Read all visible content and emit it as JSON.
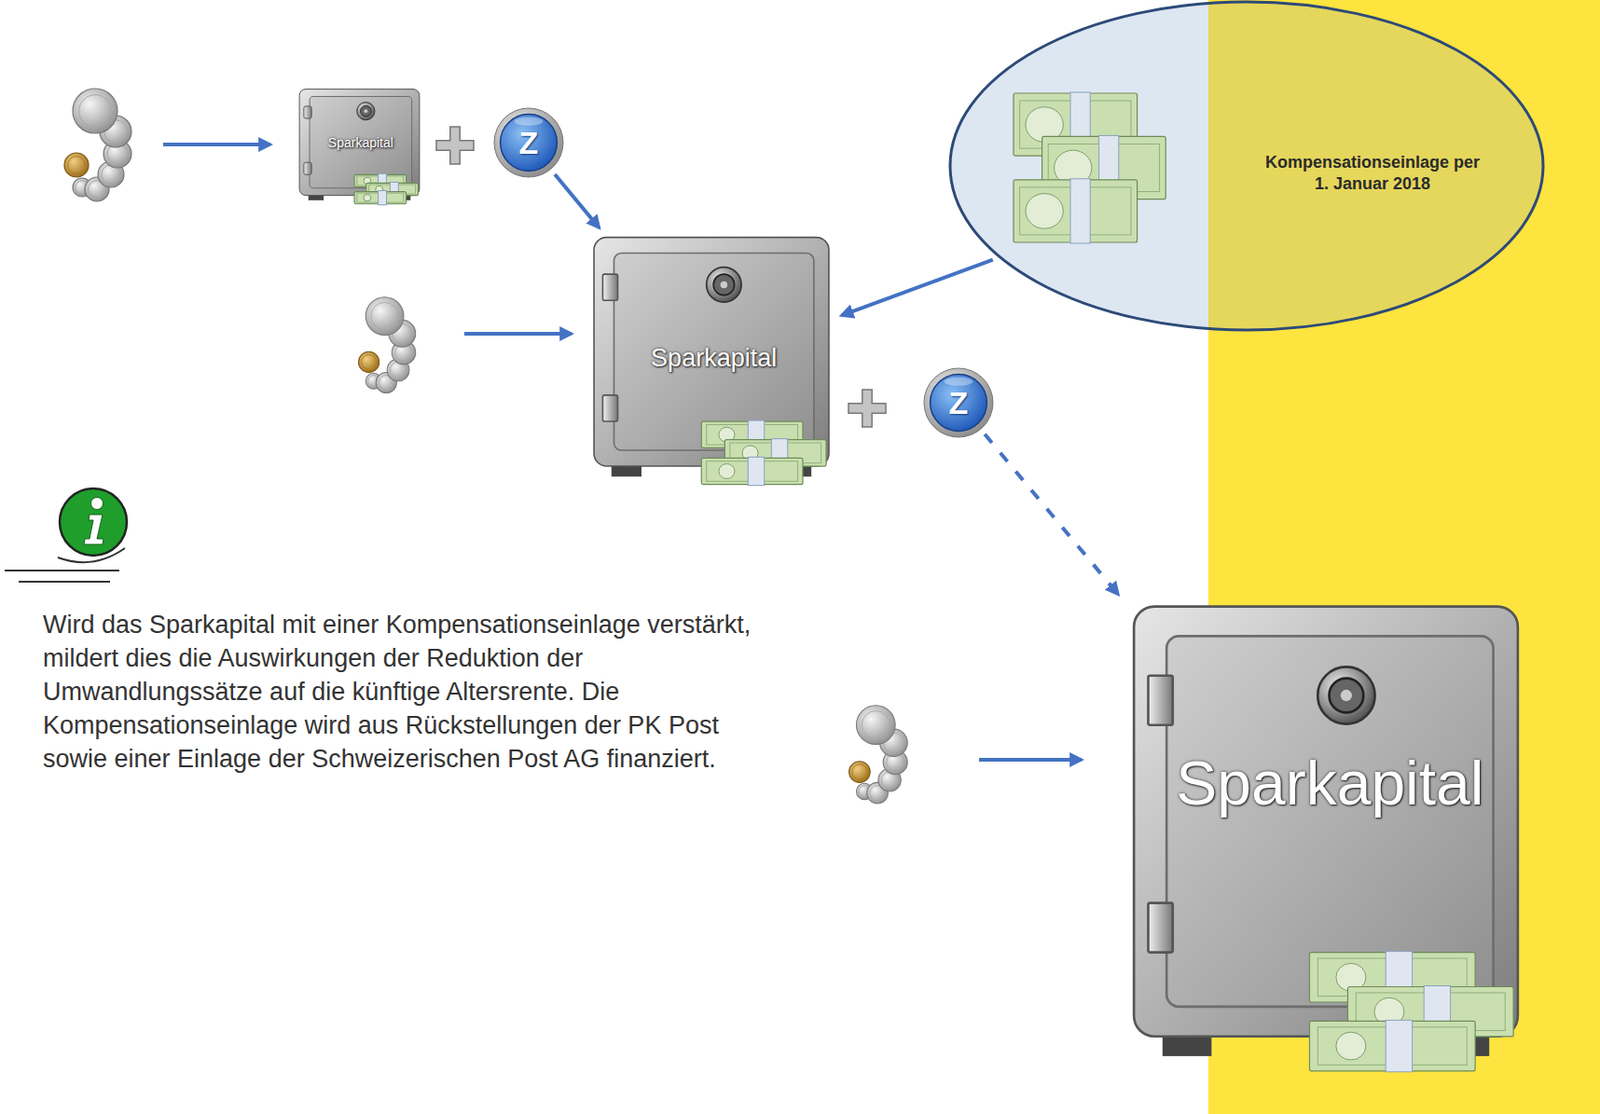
{
  "diagram": {
    "nodes": [
      {
        "text": [
          "Sparkapital"
        ]
      },
      {
        "text": [
          "Z"
        ]
      },
      {
        "text": [
          "Kompensationseinlage per 1. Januar 2018"
        ]
      },
      {
        "text": [
          "Sparkapital"
        ]
      },
      {
        "text": [
          "Z"
        ]
      },
      {
        "text": [
          "Sparkapital"
        ]
      }
    ],
    "edges": [
      {
        "from": 1,
        "to": 3,
        "arrow": "to"
      },
      {
        "from": 2,
        "to": 3,
        "arrow": "to"
      },
      {
        "from": 4,
        "to": 5,
        "arrow": "to"
      }
    ],
    "labels": [
      "Wird das Sparkapital mit einer Kompensationseinlage verstärkt, mildert dies die Auswirkungen der Reduktion der Umwandlungssätze auf die künftige Altersrente. Die Kompensationseinlage wird aus Rückstellungen der PK Post sowie einer Einlage der Schweizerischen Post AG finanziert."
    ]
  }
}
